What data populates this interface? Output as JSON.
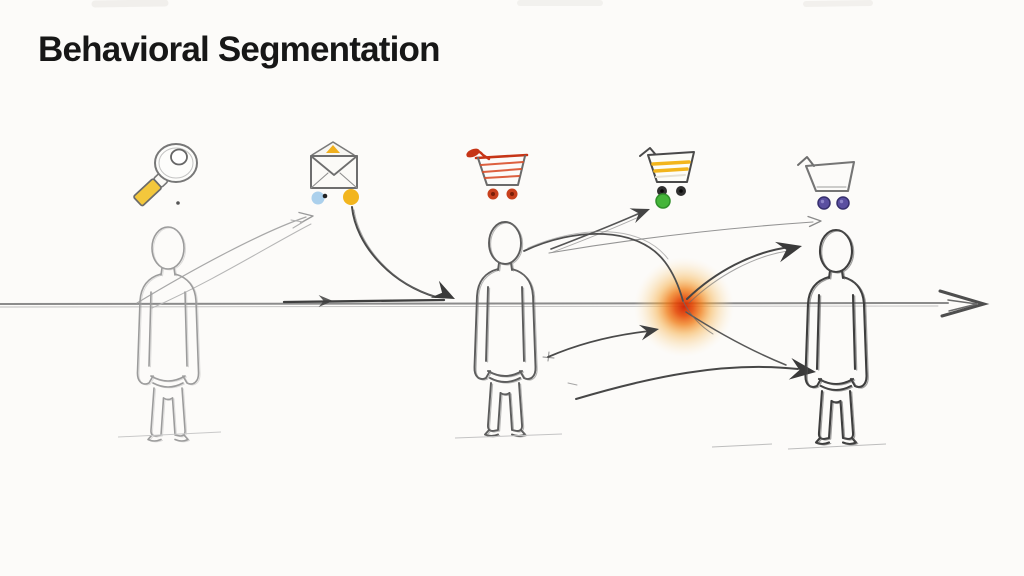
{
  "title": "Behavioral Segmentation",
  "diagram": {
    "timeline": {
      "name": "journey-timeline",
      "direction": "left-to-right",
      "has_arrowhead": true
    },
    "stage_icons": [
      {
        "name": "magnifier-search-icon",
        "accent_color": "#F3C73C"
      },
      {
        "name": "envelope-email-icon",
        "accent_color": "#F0B01E",
        "indicator_dots": [
          "#ABD0EC",
          "#F2B51E"
        ]
      },
      {
        "name": "shopping-cart-full-icon",
        "accent_color": "#C63517"
      },
      {
        "name": "shopping-cart-checkout-icon",
        "accent_color": "#F2B51C",
        "indicator_dot": "#45B53A"
      },
      {
        "name": "shopping-cart-empty-icon",
        "wheel_color": "#5A4FA0"
      }
    ],
    "figures": [
      {
        "name": "person-sketch-1",
        "shade": "light"
      },
      {
        "name": "person-sketch-2",
        "shade": "medium"
      },
      {
        "name": "person-sketch-3",
        "shade": "dark"
      }
    ],
    "hotspot": {
      "name": "conversion-hotspot",
      "colors": [
        "#CF2000",
        "#F07C16",
        "#F8CF8A"
      ]
    }
  }
}
